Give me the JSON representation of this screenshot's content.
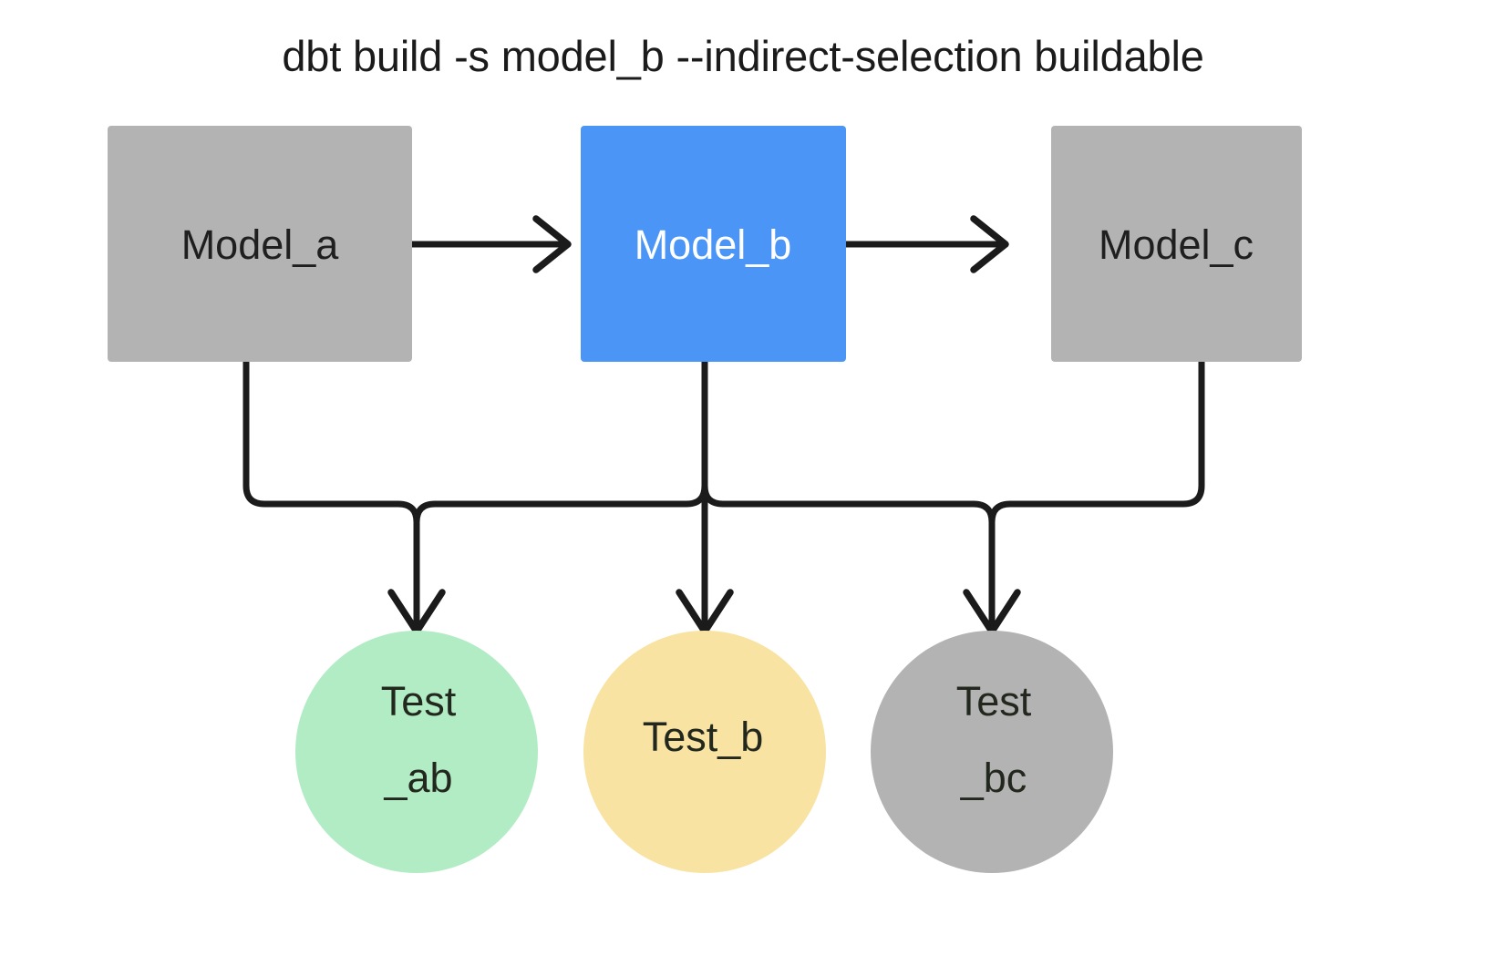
{
  "diagram": {
    "title": "dbt build -s model_b --indirect-selection buildable",
    "background_color": "#ffffff",
    "edge_color": "#1b1b1b",
    "nodes": {
      "model_a": {
        "label": "Model_a",
        "shape": "rectangle",
        "fill": "#b3b3b3",
        "text_color": "#1f1f1f",
        "selected": false
      },
      "model_b": {
        "label": "Model_b",
        "shape": "rectangle",
        "fill": "#4a95f5",
        "text_color": "#ffffff",
        "selected": true
      },
      "model_c": {
        "label": "Model_c",
        "shape": "rectangle",
        "fill": "#b3b3b3",
        "text_color": "#1f1f1f",
        "selected": false
      },
      "test_ab": {
        "label_line1": "Test",
        "label_line2": "_ab",
        "shape": "circle",
        "fill": "#b2ecc4",
        "text_color": "#23281f",
        "status": "included"
      },
      "test_b": {
        "label_line1": "Test_b",
        "label_line2": "",
        "shape": "circle",
        "fill": "#f8e3a3",
        "text_color": "#3a3320",
        "status": "partial"
      },
      "test_bc": {
        "label_line1": "Test",
        "label_line2": "_bc",
        "shape": "circle",
        "fill": "#b3b3b3",
        "text_color": "#23281f",
        "status": "excluded"
      }
    },
    "edges": [
      {
        "from": "model_a",
        "to": "model_b",
        "kind": "arrow-right"
      },
      {
        "from": "model_b",
        "to": "model_c",
        "kind": "arrow-right"
      },
      {
        "from": "model_a",
        "to": "test_ab",
        "kind": "elbow-down"
      },
      {
        "from": "model_b",
        "to": "test_ab",
        "kind": "elbow-down"
      },
      {
        "from": "model_b",
        "to": "test_b",
        "kind": "straight-down"
      },
      {
        "from": "model_b",
        "to": "test_bc",
        "kind": "elbow-down"
      },
      {
        "from": "model_c",
        "to": "test_bc",
        "kind": "elbow-down"
      }
    ]
  }
}
